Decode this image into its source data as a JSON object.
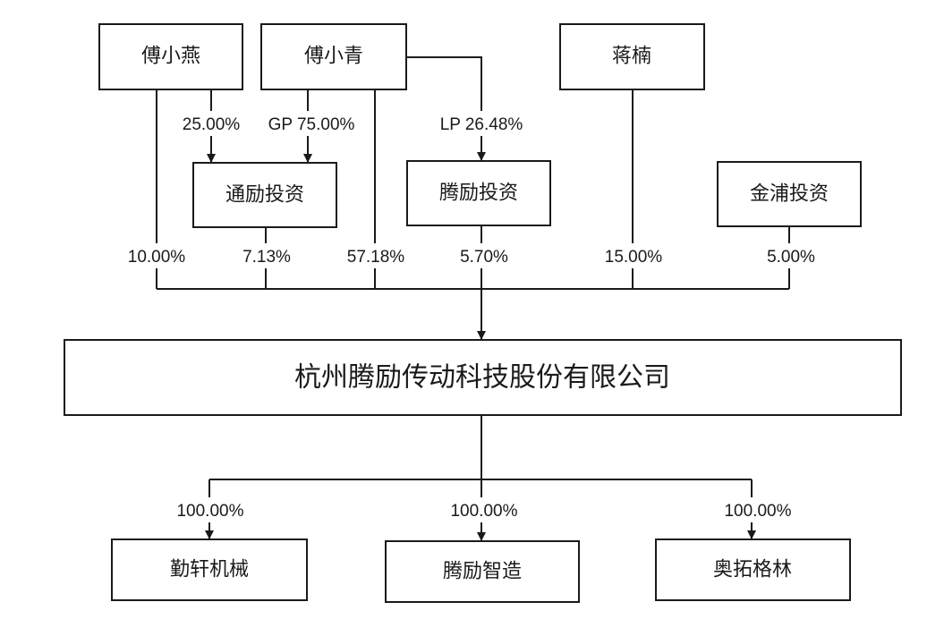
{
  "shareholders": {
    "fu_xiaoyan": "傅小燕",
    "fu_xiaoqing": "傅小青",
    "jiang_nan": "蒋楠"
  },
  "intermediates": {
    "tongli": "通励投资",
    "tengli_invest": "腾励投资",
    "jinpu": "金浦投资"
  },
  "company": "杭州腾励传动科技股份有限公司",
  "subsidiaries": {
    "qinxuan": "勤轩机械",
    "tengli_zhizao": "腾励智造",
    "aotuo": "奥拓格林"
  },
  "upper_stakes": {
    "fu_xiaoyan_in_tongli": "25.00%",
    "fu_xiaoqing_in_tongli": "GP 75.00%",
    "fu_xiaoqing_in_tengli": "LP 26.48%"
  },
  "company_stakes": {
    "fu_xiaoyan": "10.00%",
    "tongli": "7.13%",
    "fu_xiaoqing": "57.18%",
    "tengli_invest": "5.70%",
    "jiang_nan": "15.00%",
    "jinpu": "5.00%"
  },
  "subsidiary_stakes": {
    "qinxuan": "100.00%",
    "tengli_zhizao": "100.00%",
    "aotuo": "100.00%"
  },
  "colors": {
    "line": "#1a1a1a",
    "background": "#ffffff"
  }
}
